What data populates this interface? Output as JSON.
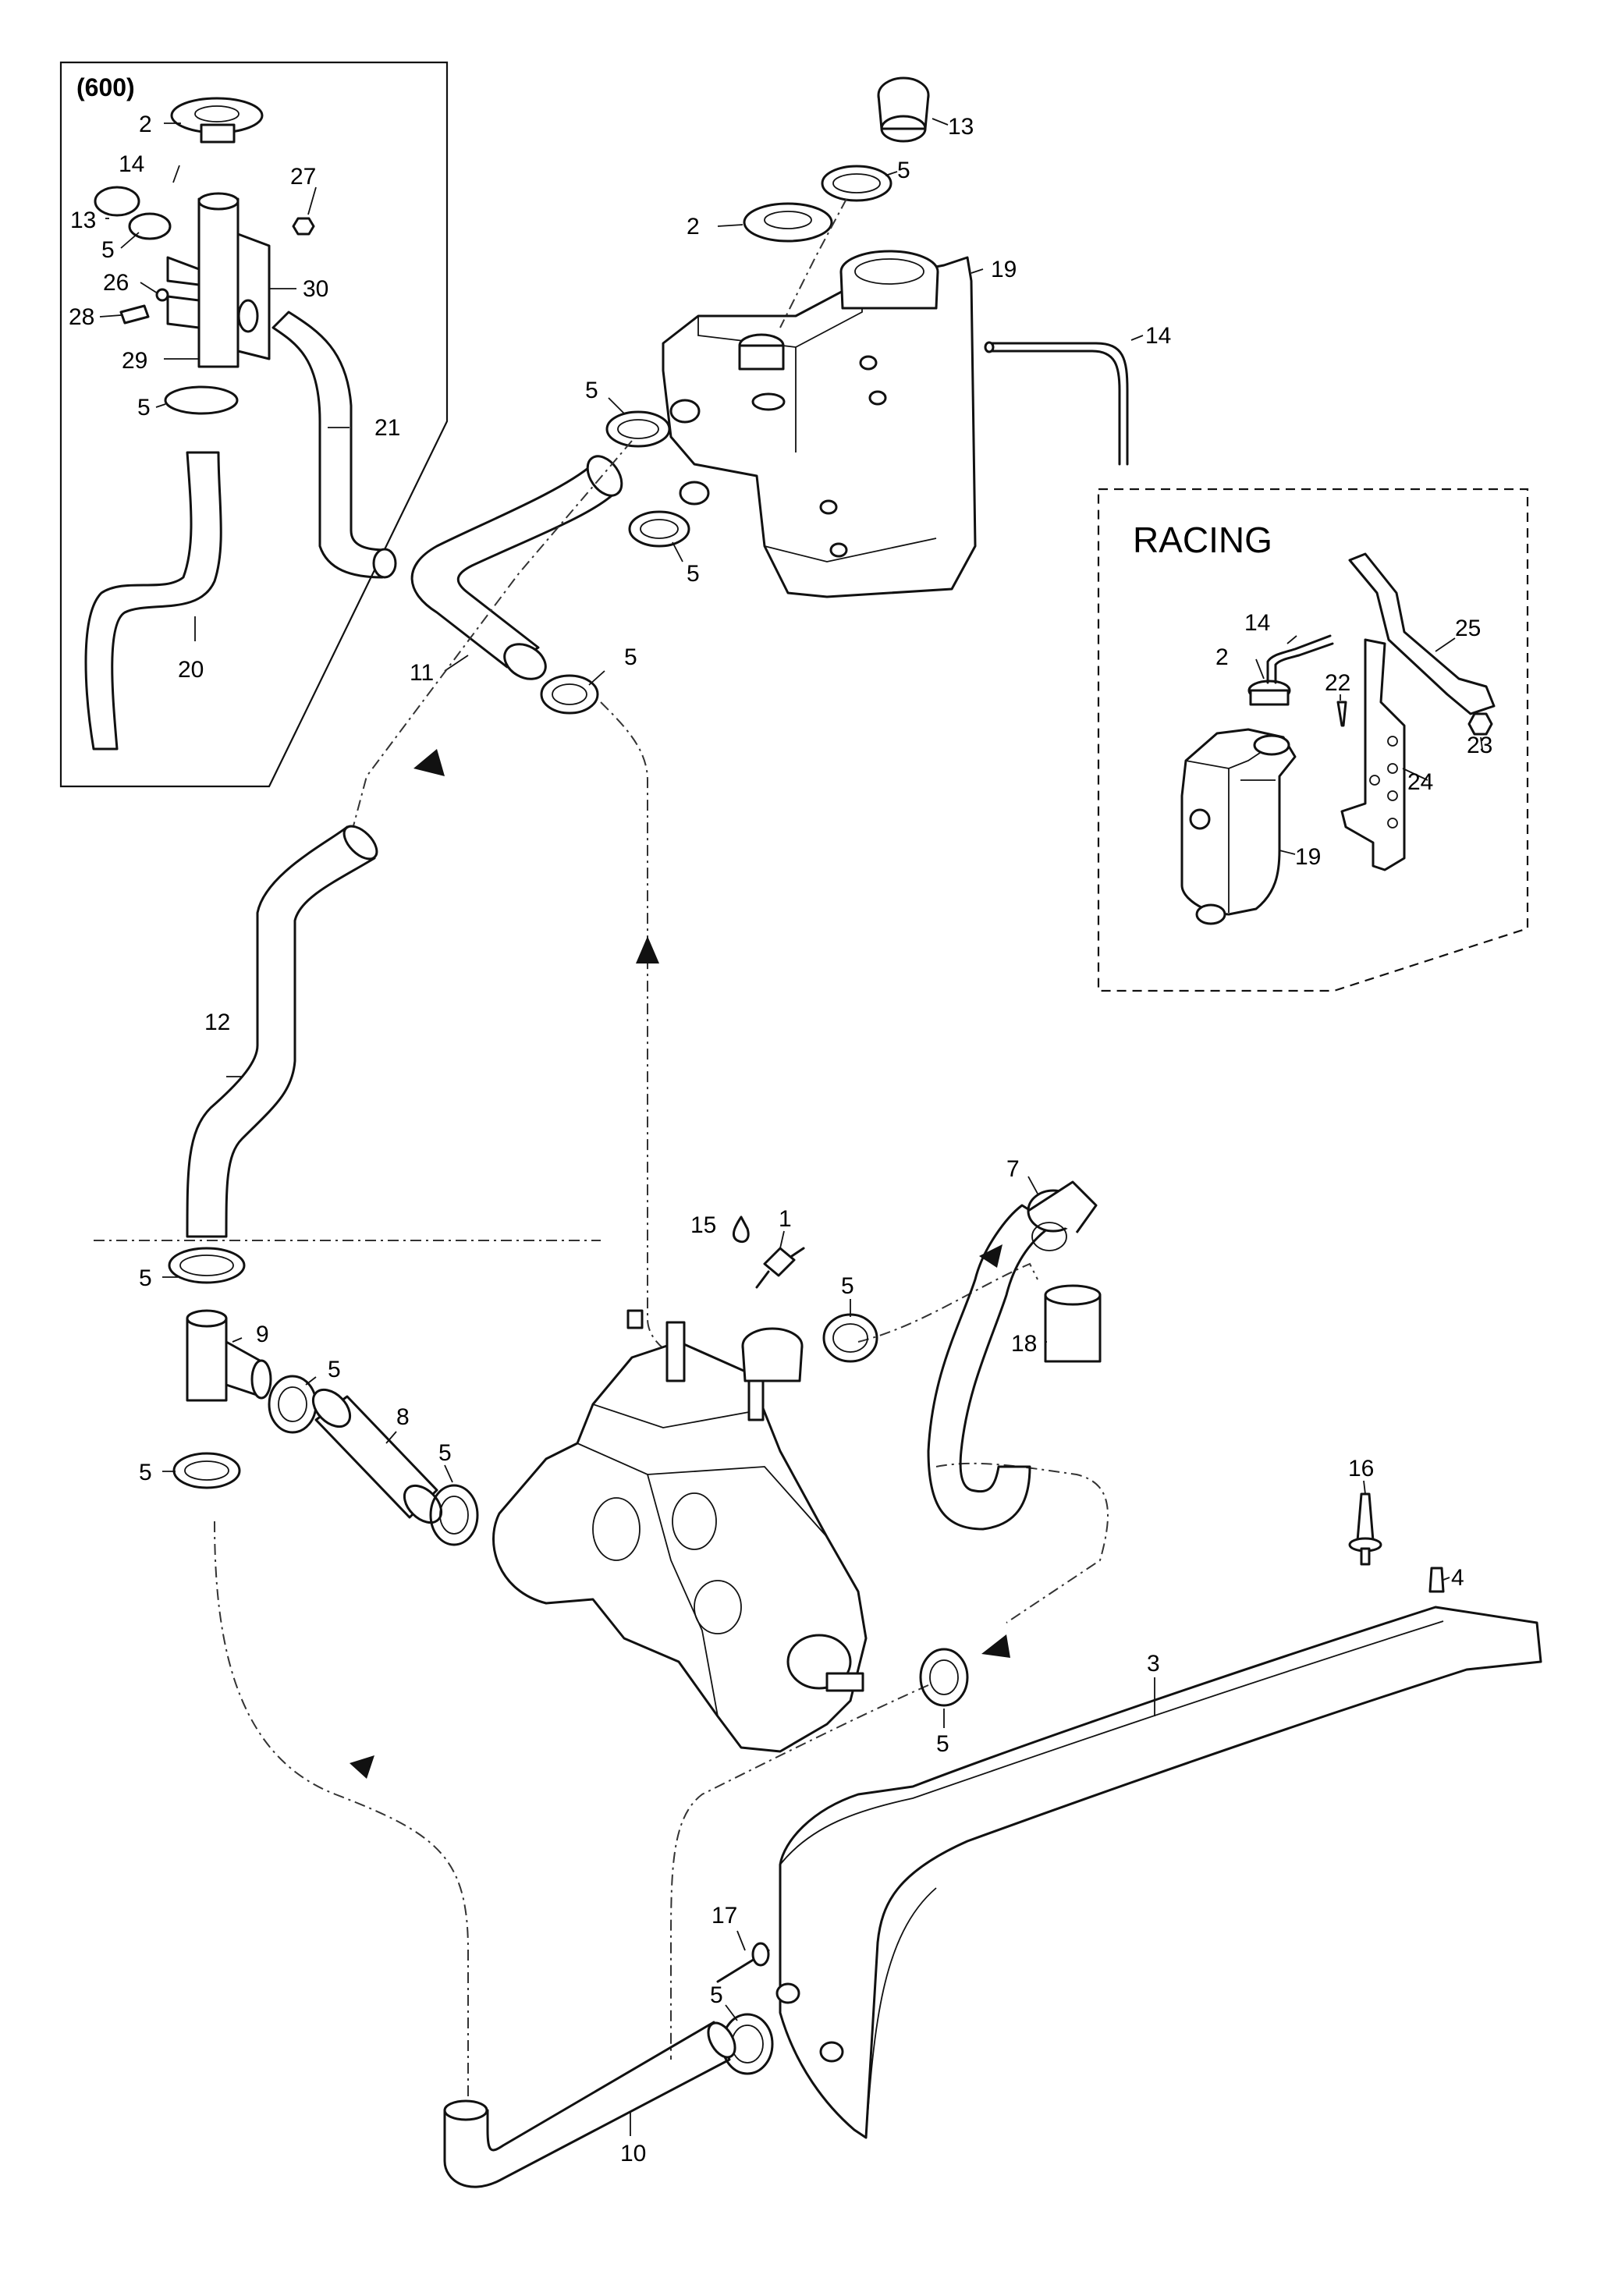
{
  "insets": {
    "model_600": {
      "title": "(600)"
    },
    "racing": {
      "title": "RACING"
    }
  },
  "callouts": {
    "c1": "1",
    "c2": "2",
    "c3": "3",
    "c4": "4",
    "c5": "5",
    "c7": "7",
    "c8": "8",
    "c9": "9",
    "c10": "10",
    "c11": "11",
    "c12": "12",
    "c13": "13",
    "c14": "14",
    "c15": "15",
    "c16": "16",
    "c17": "17",
    "c18": "18",
    "c19": "19",
    "c20": "20",
    "c21": "21",
    "c22": "22",
    "c23": "23",
    "c24": "24",
    "c25": "25",
    "c26": "26",
    "c27": "27",
    "c28": "28",
    "c29": "29",
    "c30": "30"
  }
}
